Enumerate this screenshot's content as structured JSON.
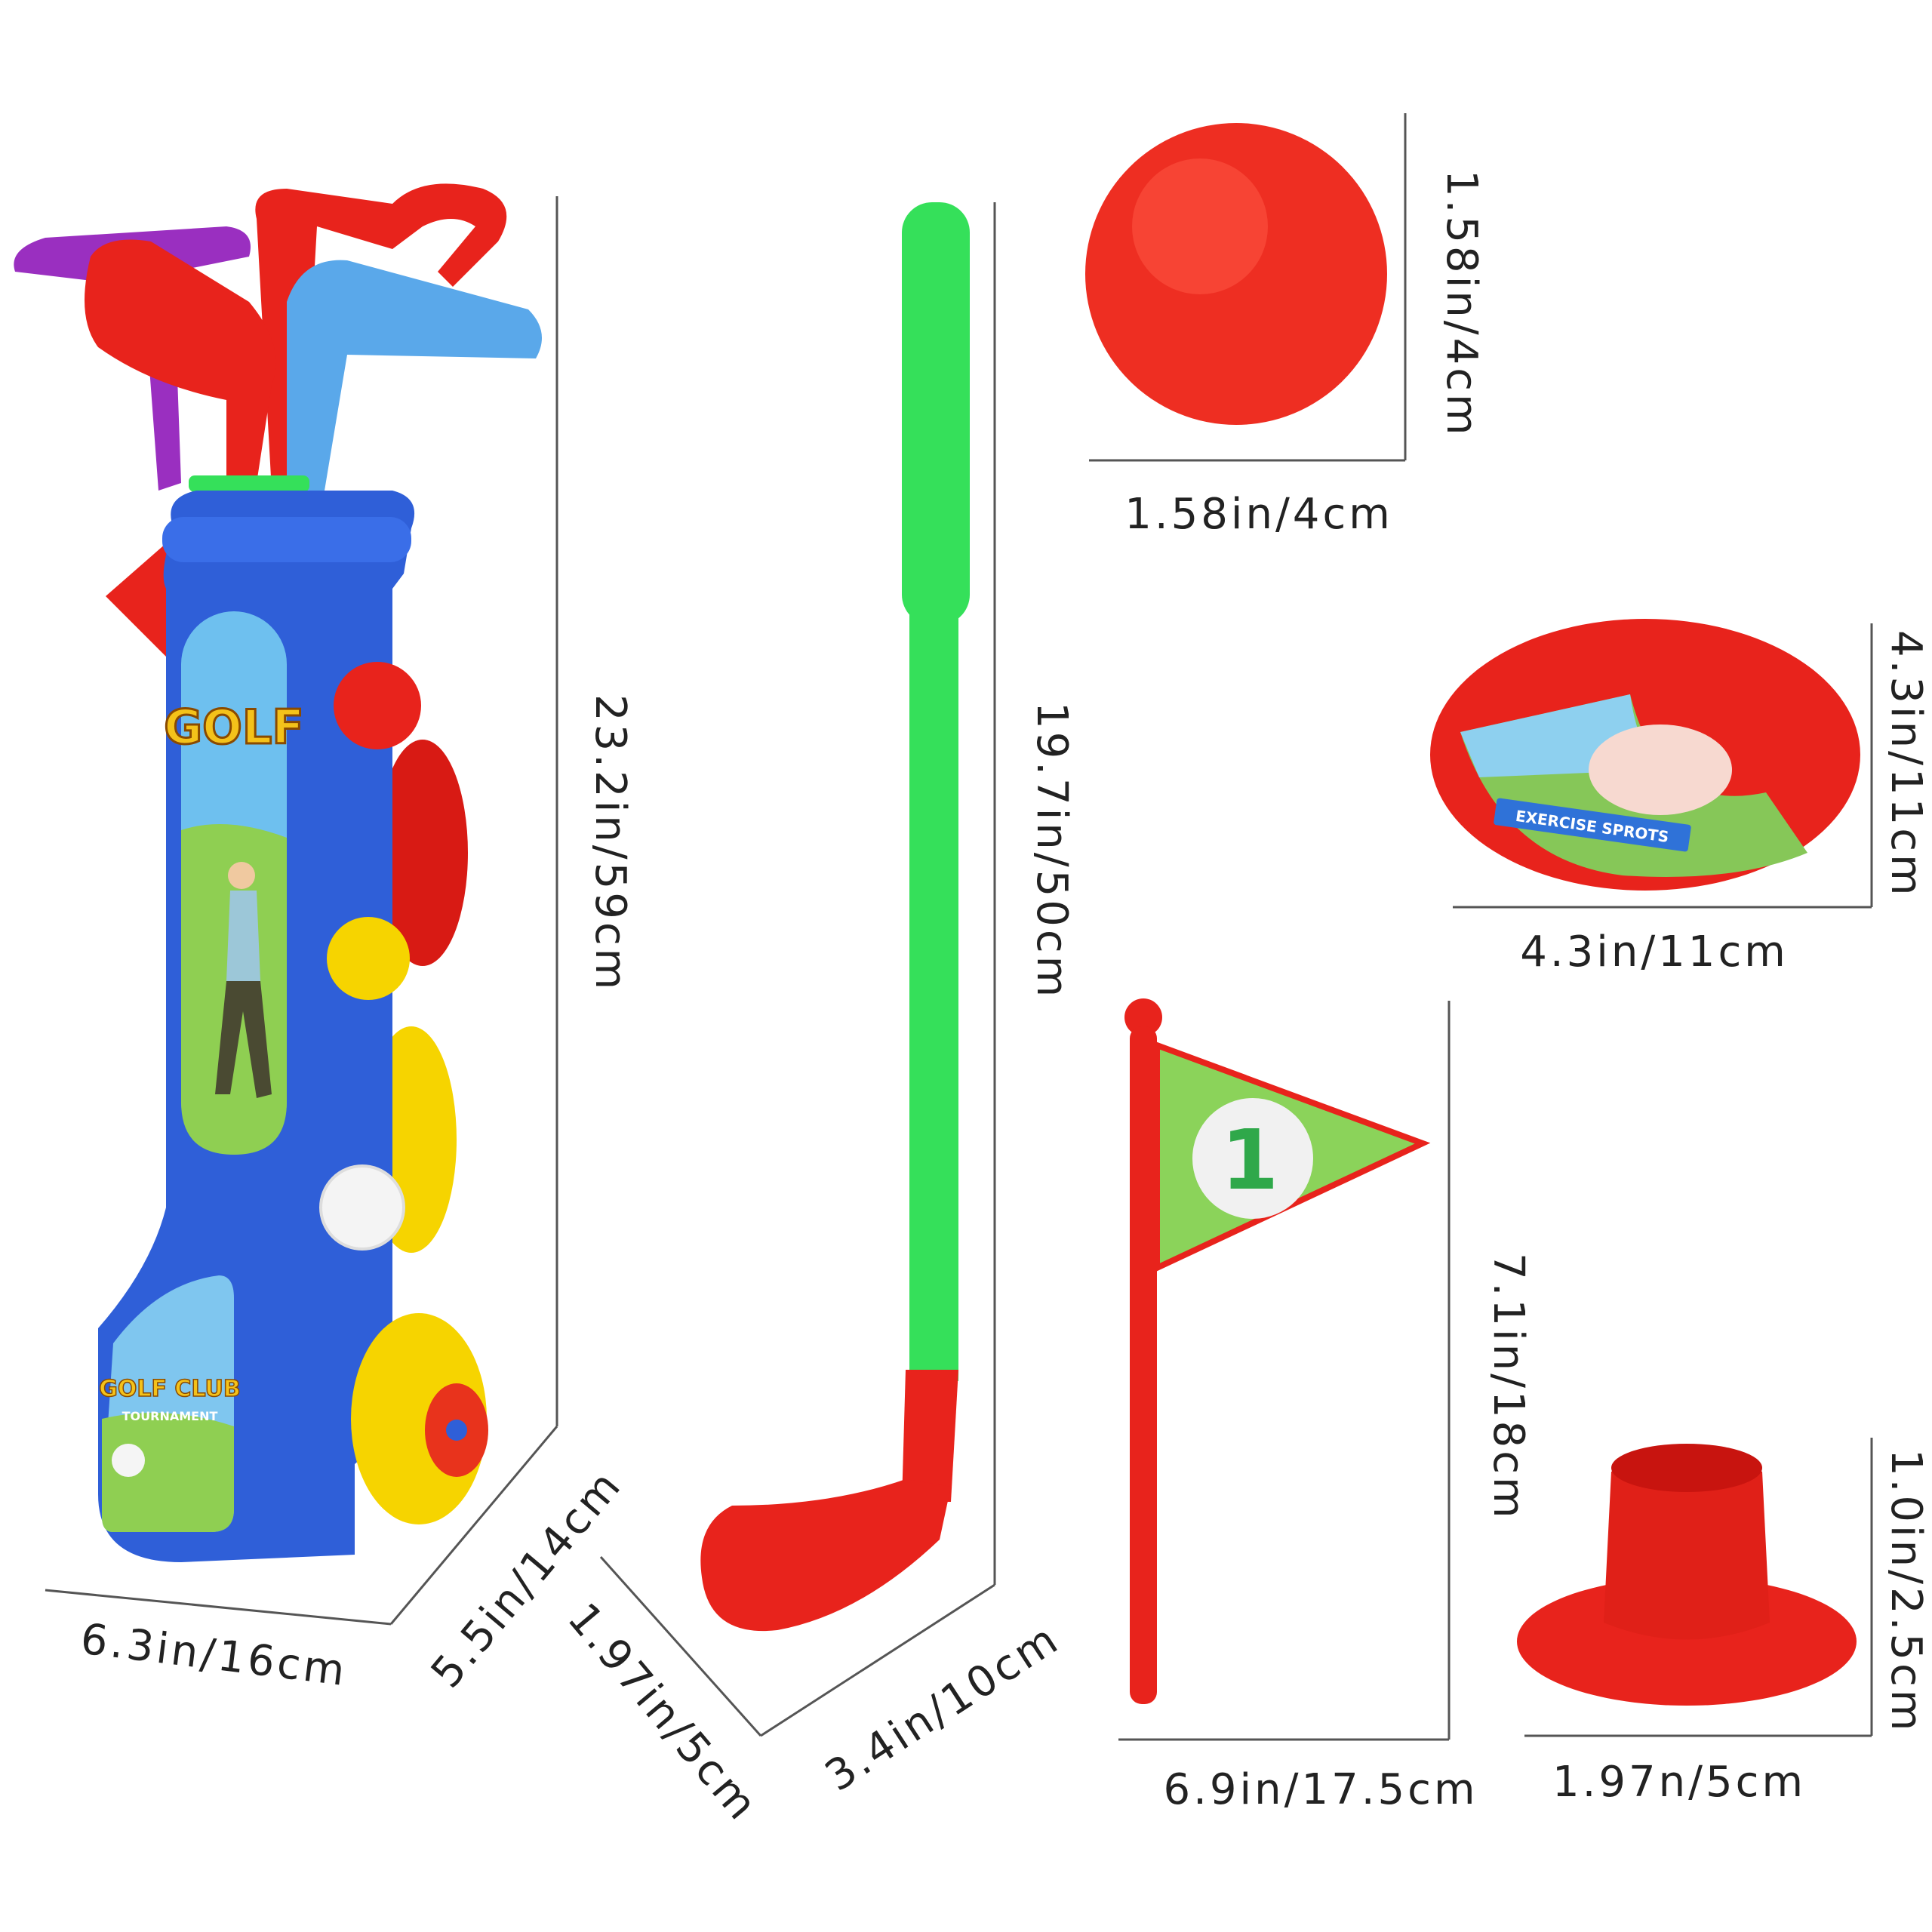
{
  "dimensions": {
    "bag_height": "23.2in/59cm",
    "bag_width": "6.3in/16cm",
    "bag_depth": "5.5in/14cm",
    "club_length": "19.7in/50cm",
    "club_head_width": "3.4in/10cm",
    "club_head_depth": "1.97in/5cm",
    "ball_height": "1.58in/4cm",
    "ball_width": "1.58in/4cm",
    "hole_height": "4.3in/11cm",
    "hole_width": "4.3in/11cm",
    "flag_height": "7.1in/18cm",
    "flag_width": "6.9in/17.5cm",
    "tee_height": "1.0in/2.5cm",
    "tee_width": "1.97n/5cm"
  },
  "bag": {
    "brand_text": "GOLF",
    "panel_text": "GOLF CLUB",
    "panel_subtext": "TOURNAMENT"
  },
  "hole": {
    "banner_text": "EXERCISE SPROTS"
  },
  "flag": {
    "number": "1"
  },
  "colors": {
    "bag_blue": "#2f5fd8",
    "club_green": "#35e05a",
    "toy_red": "#e8231c",
    "accent_yellow": "#f6d400",
    "accent_purple": "#9a2fc0",
    "club_light_blue": "#5aa8ea"
  }
}
